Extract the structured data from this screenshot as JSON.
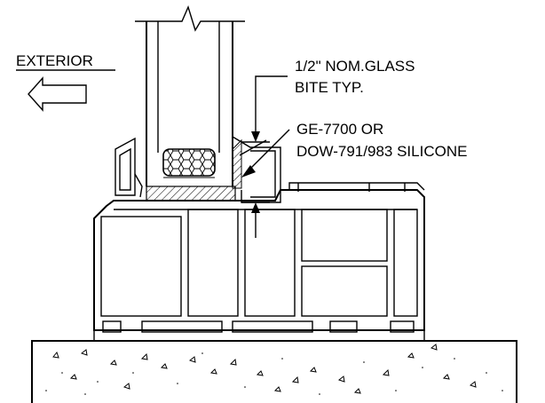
{
  "labels": {
    "exterior": "EXTERIOR",
    "bite_line1": "1/2\" NOM.GLASS",
    "bite_line2": "BITE TYP.",
    "sealant_line1": "GE-7700 OR",
    "sealant_line2": "DOW-791/983 SILICONE"
  },
  "icons": {
    "direction": "arrow-left-icon"
  },
  "colors": {
    "ink": "#000000",
    "background": "#ffffff"
  }
}
